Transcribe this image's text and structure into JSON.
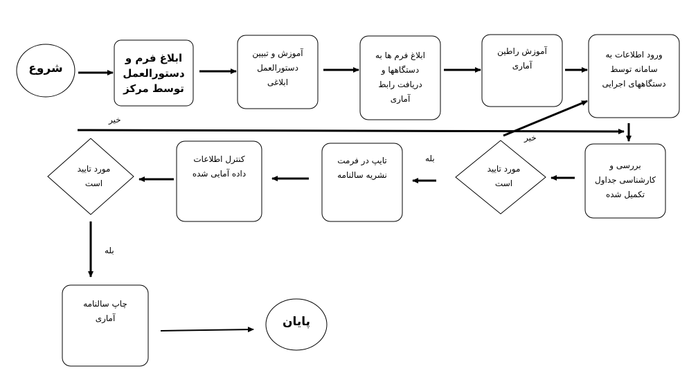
{
  "nodes": {
    "start": {
      "lines": [
        "شروع"
      ]
    },
    "step1": {
      "lines": [
        "ابلاغ فرم و",
        "دستورالعمل",
        "توسط مرکز"
      ]
    },
    "step2": {
      "lines": [
        "آموزش و تبیین",
        "دستورالعمل",
        "ابلاغی"
      ]
    },
    "step3": {
      "lines": [
        "ابلاغ فرم ها به",
        "دستگاهها  و",
        "دریافت رابط",
        "آماری"
      ]
    },
    "step4": {
      "lines": [
        "آموزش راطین",
        "آماری"
      ]
    },
    "step5": {
      "lines": [
        "ورود اطلاعات به",
        "سامانه توسط",
        "دستگاههای اجرایی"
      ]
    },
    "step6": {
      "lines": [
        "بررسی و",
        "کارشناسی جداول",
        "تکمیل شده"
      ]
    },
    "decision1": {
      "lines": [
        "مورد تایید",
        "است"
      ]
    },
    "step7": {
      "lines": [
        "تایپ در فرمت",
        "نشریه سالنامه"
      ]
    },
    "step8": {
      "lines": [
        "کنترل اطلاعات",
        "داده آمایی شده"
      ]
    },
    "decision2": {
      "lines": [
        "مورد تایید",
        "است"
      ]
    },
    "step9": {
      "lines": [
        "چاپ سالنامه",
        "آماری"
      ]
    },
    "end": {
      "lines": [
        "پایان"
      ]
    }
  },
  "edge_labels": {
    "no_top": "خیر",
    "no_decision": "خیر",
    "yes_decision1": "بله",
    "yes_decision2": "بله"
  }
}
